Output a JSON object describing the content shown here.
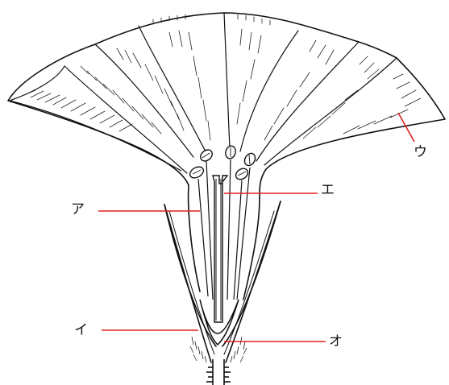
{
  "labels": {
    "a": "ア",
    "i": "イ",
    "u": "ウ",
    "e": "エ",
    "o": "オ"
  },
  "colors": {
    "outline": "#111111",
    "leader_line": "#e0201e",
    "background": "#ffffff"
  }
}
